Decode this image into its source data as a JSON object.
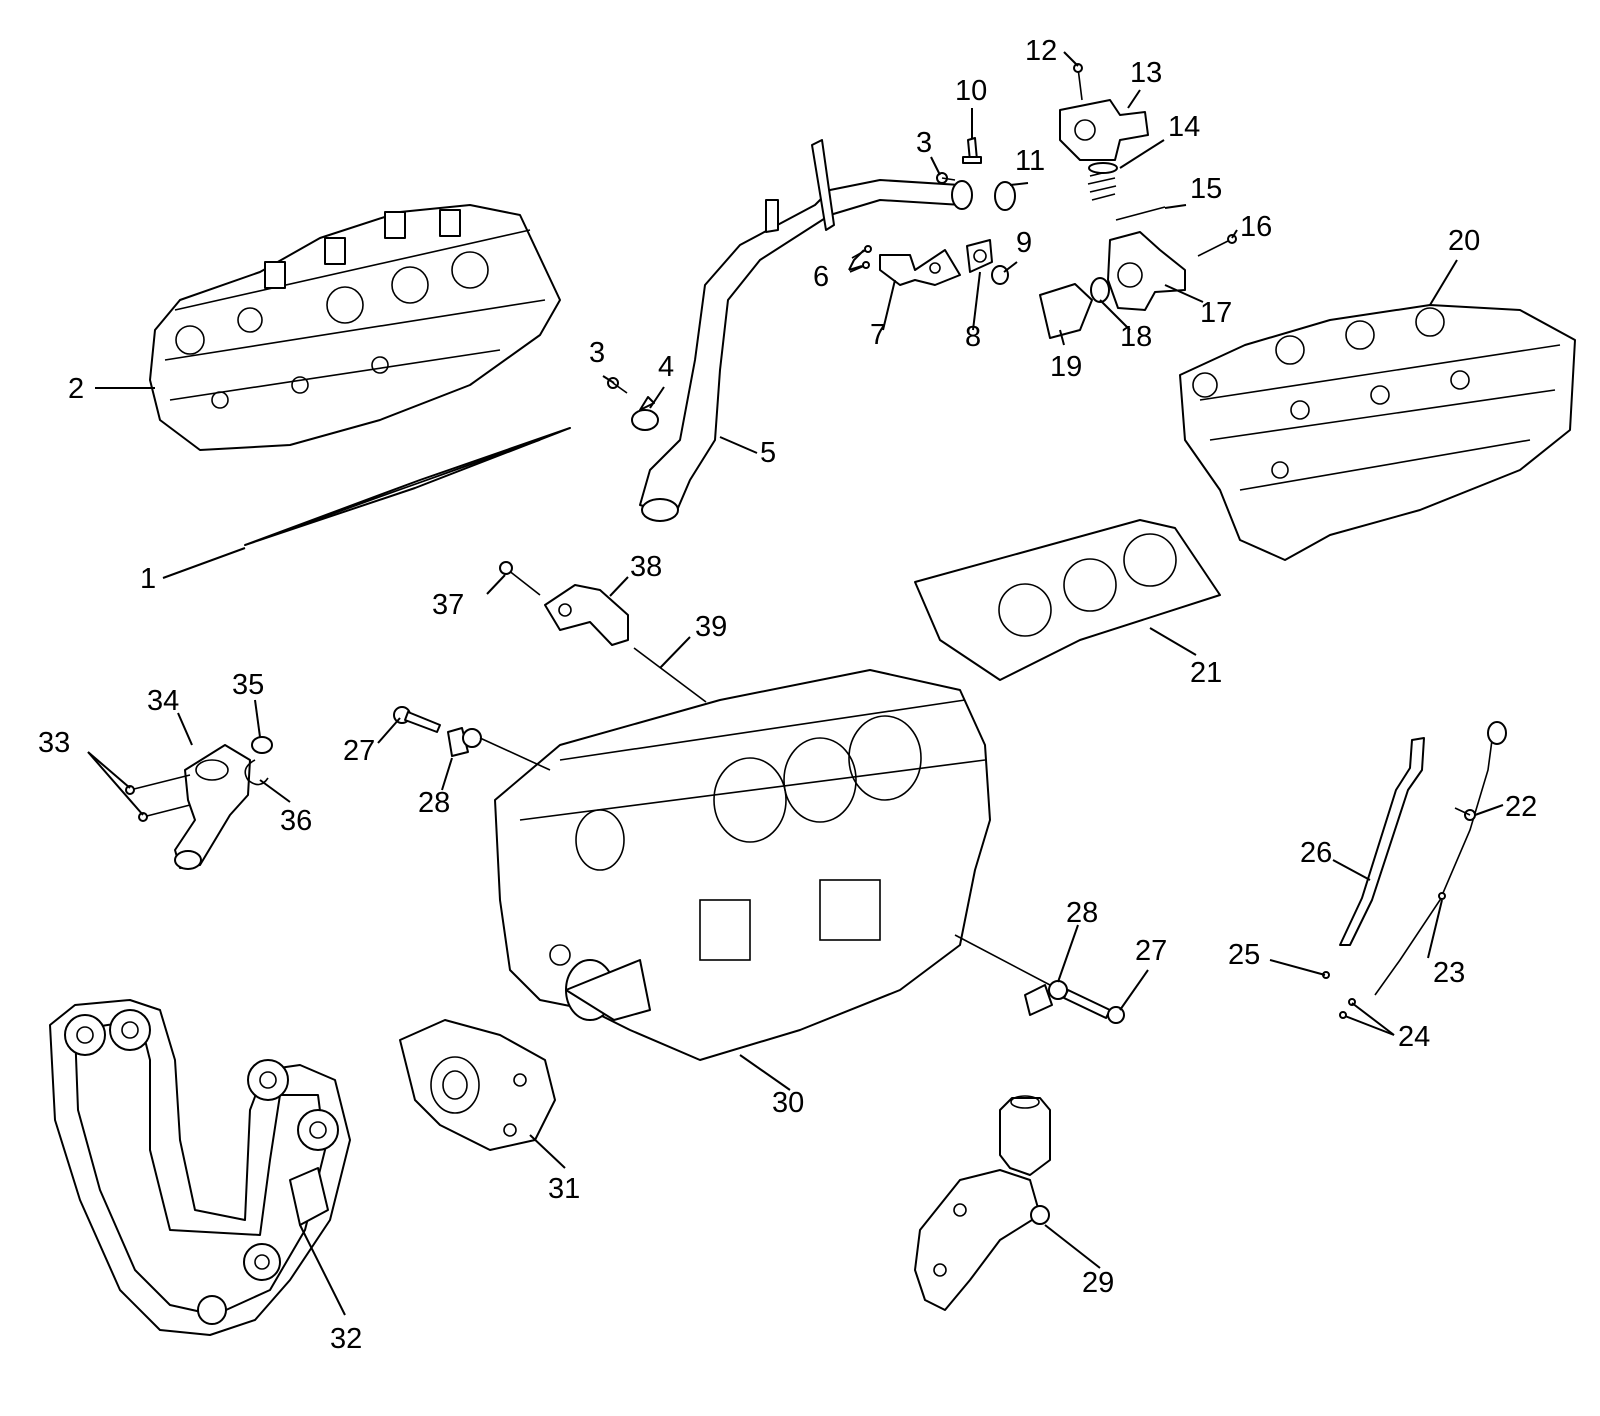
{
  "callouts": {
    "c1": "1",
    "c2": "2",
    "c3a": "3",
    "c3b": "3",
    "c4": "4",
    "c5": "5",
    "c6": "6",
    "c7": "7",
    "c8": "8",
    "c9": "9",
    "c10": "10",
    "c11": "11",
    "c12": "12",
    "c13": "13",
    "c14": "14",
    "c15": "15",
    "c16": "16",
    "c17": "17",
    "c18": "18",
    "c19": "19",
    "c20": "20",
    "c21": "21",
    "c22": "22",
    "c23": "23",
    "c24": "24",
    "c25": "25",
    "c26": "26",
    "c27a": "27",
    "c27b": "27",
    "c28a": "28",
    "c28b": "28",
    "c29": "29",
    "c30": "30",
    "c31": "31",
    "c32": "32",
    "c33": "33",
    "c34": "34",
    "c35": "35",
    "c36": "36",
    "c37": "37",
    "c38": "38",
    "c39": "39"
  }
}
